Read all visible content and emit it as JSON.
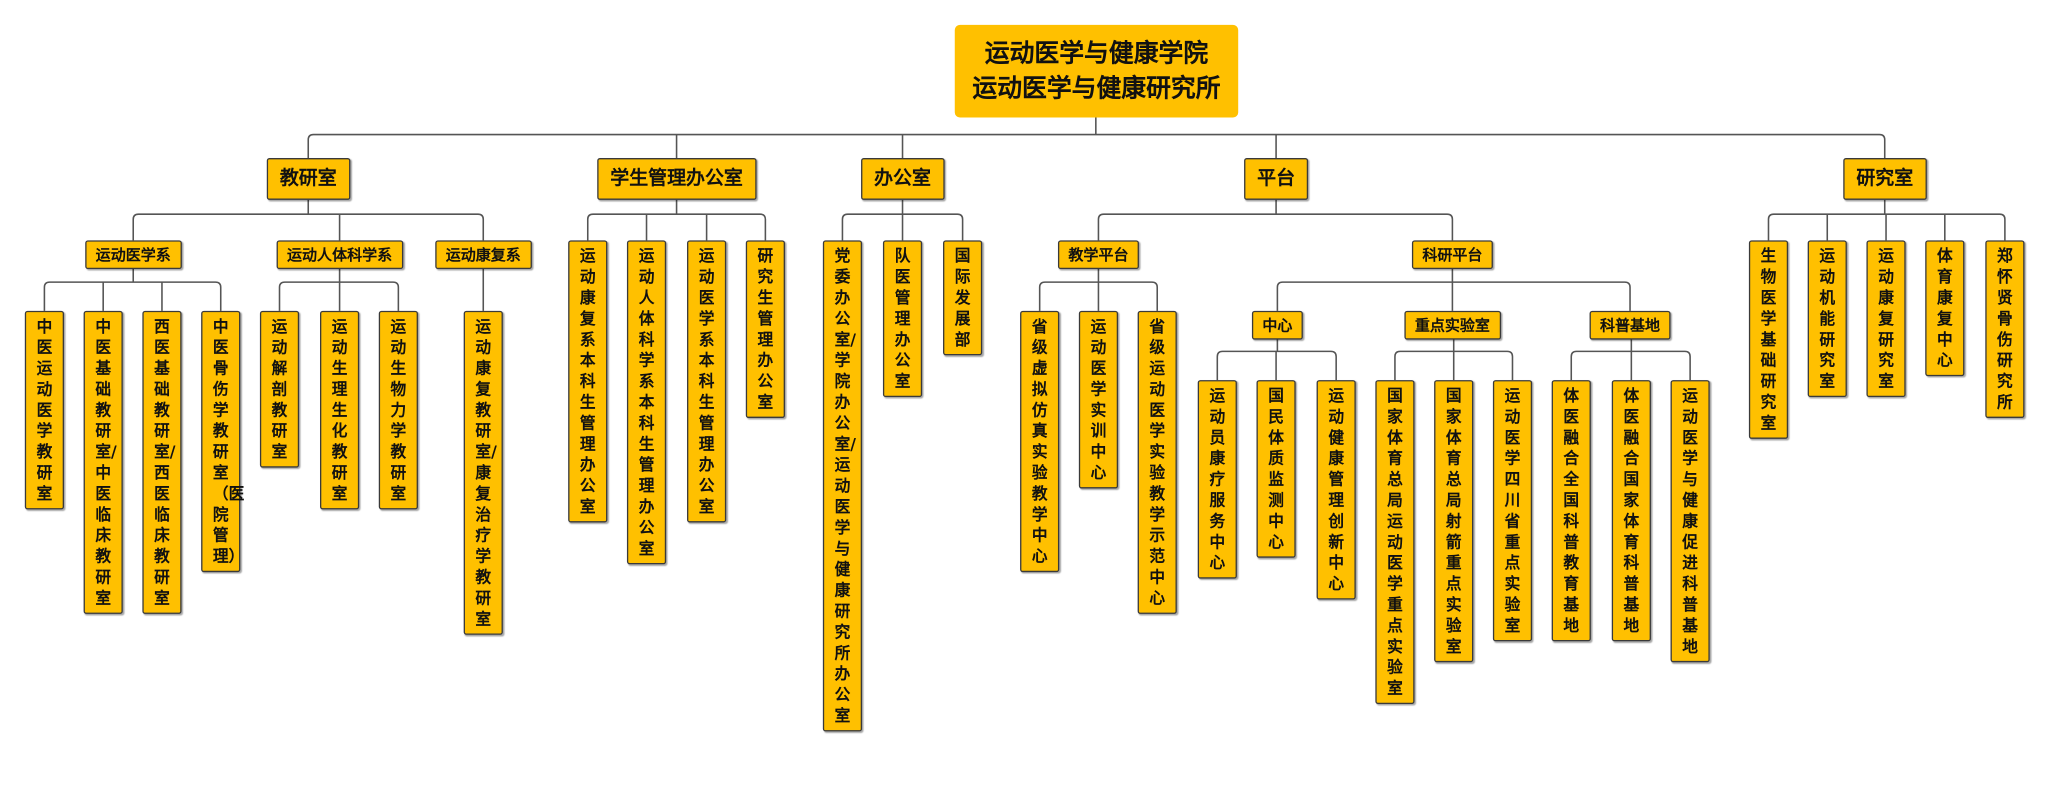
{
  "org": {
    "title_lines": [
      "运动医学与健康学院",
      "运动医学与健康研究所"
    ],
    "colors": {
      "box": "#FFC000",
      "border": "#3a3a3a",
      "line": "#555555"
    },
    "children": [
      {
        "label": "教研室",
        "children": [
          {
            "label": "运动医学系",
            "children": [
              {
                "label": "中医运动医学教研室"
              },
              {
                "label": "中医基础教研室/中医临床教研室"
              },
              {
                "label": "西医基础教研室/西医临床教研室"
              },
              {
                "label": "中医骨伤学教研室（医院管理）"
              }
            ]
          },
          {
            "label": "运动人体科学系",
            "children": [
              {
                "label": "运动解剖教研室"
              },
              {
                "label": "运动生理生化教研室"
              },
              {
                "label": "运动生物力学教研室"
              }
            ]
          },
          {
            "label": "运动康复系",
            "children": [
              {
                "label": "运动康复教研室/康复治疗学教研室"
              }
            ]
          }
        ]
      },
      {
        "label": "学生管理办公室",
        "children": [
          {
            "label": "运动康复系本科生管理办公室"
          },
          {
            "label": "运动人体科学系本科生管理办公室"
          },
          {
            "label": "运动医学系本科生管理办公室"
          },
          {
            "label": "研究生管理办公室"
          }
        ]
      },
      {
        "label": "办公室",
        "children": [
          {
            "label": "党委办公室/学院办公室/运动医学与健康研究所办公室"
          },
          {
            "label": "队医管理办公室"
          },
          {
            "label": "国际发展部"
          }
        ]
      },
      {
        "label": "平台",
        "children": [
          {
            "label": "教学平台",
            "children": [
              {
                "label": "省级虚拟仿真实验教学中心"
              },
              {
                "label": "运动医学实训中心"
              },
              {
                "label": "省级运动医学实验教学示范中心"
              }
            ]
          },
          {
            "label": "科研平台",
            "children": [
              {
                "label": "中心",
                "children": [
                  {
                    "label": "运动员康疗服务中心"
                  },
                  {
                    "label": "国民体质监测中心"
                  },
                  {
                    "label": "运动健康管理创新中心"
                  }
                ]
              },
              {
                "label": "重点实验室",
                "children": [
                  {
                    "label": "国家体育总局运动医学重点实验室"
                  },
                  {
                    "label": "国家体育总局射箭重点实验室"
                  },
                  {
                    "label": "运动医学四川省重点实验室"
                  }
                ]
              },
              {
                "label": "科普基地",
                "children": [
                  {
                    "label": "体医融合全国科普教育基地"
                  },
                  {
                    "label": "体医融合国家体育科普基地"
                  },
                  {
                    "label": "运动医学与健康促进科普基地"
                  }
                ]
              }
            ]
          }
        ]
      },
      {
        "label": "研究室",
        "children": [
          {
            "label": "生物医学基础研究室"
          },
          {
            "label": "运动机能研究室"
          },
          {
            "label": "运动康复研究室"
          },
          {
            "label": "体育康复中心"
          },
          {
            "label": "郑怀贤骨伤研究所"
          }
        ]
      }
    ]
  }
}
